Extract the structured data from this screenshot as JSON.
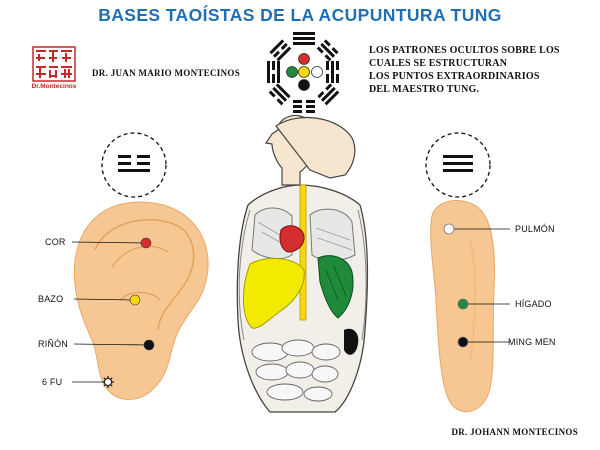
{
  "title": "BASES TAOÍSTAS DE LA ACUPUNTURA TUNG",
  "author_top": "DR. JUAN MARIO MONTECINOS",
  "author_bottom": "DR. JOHANN MONTECINOS",
  "description": [
    "LOS PATRONES OCULTOS SOBRE LOS",
    "CUALES SE ESTRUCTURAN",
    "LOS PUNTOS EXTRAORDINARIOS",
    "DEL MAESTRO TUNG."
  ],
  "stamp": {
    "text": "Dr.Montecinos",
    "color": "#c62828"
  },
  "ear_points": [
    {
      "label": "COR",
      "color": "#d32f2f"
    },
    {
      "label": "BAZO",
      "color": "#f5d90a"
    },
    {
      "label": "RIÑÓN",
      "color": "#111111"
    },
    {
      "label": "6 FU",
      "color": "#ffffff"
    }
  ],
  "back_points": [
    {
      "label": "PULMÓN",
      "color": "#ffffff"
    },
    {
      "label": "HÍGADO",
      "color": "#1f8a3a"
    },
    {
      "label": "MING MEN",
      "color": "#111111"
    }
  ],
  "center_dots": [
    "#d32f2f",
    "#1f8a3a",
    "#f5d90a",
    "#ffffff",
    "#111111"
  ],
  "colors": {
    "title": "#1f6fb5",
    "skin": "#f7c793",
    "heart": "#d32f2f",
    "liver": "#1f8a3a",
    "spleen": "#f2ea00"
  },
  "icons": [
    "bagua-icon",
    "trigram-icon",
    "ear-illustration",
    "body-illustration",
    "ear-back-illustration",
    "stamp-seal"
  ]
}
